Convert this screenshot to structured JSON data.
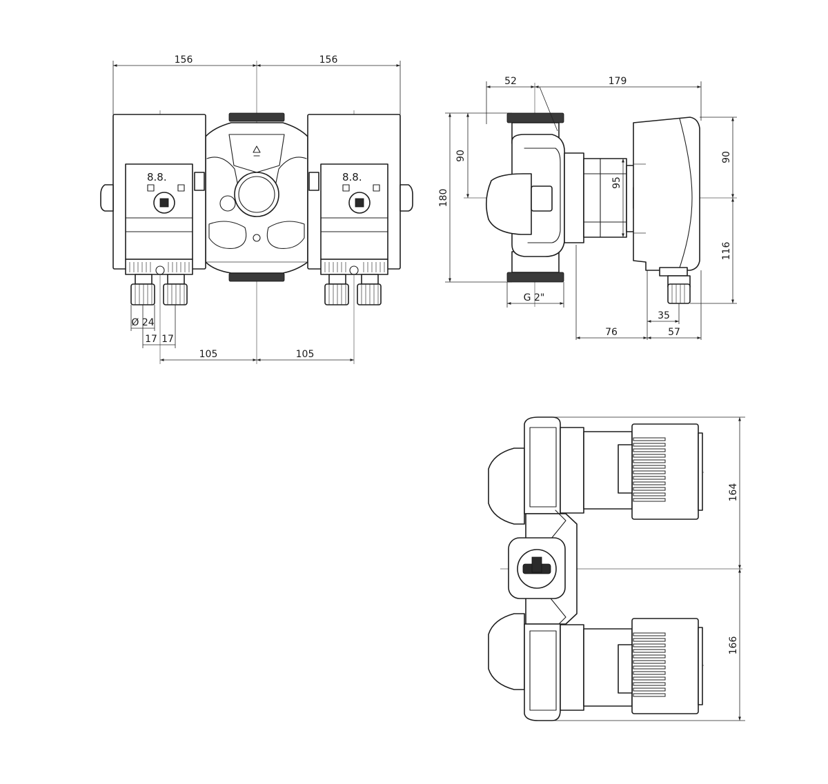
{
  "dimensions": {
    "front": {
      "width_left": "156",
      "width_right": "156",
      "cable_diameter": "Ø 24",
      "gland_spacing_a": "17",
      "gland_spacing_b": "17",
      "offset_left": "105",
      "offset_right": "105"
    },
    "side": {
      "top_left": "52",
      "top_right": "179",
      "height_total": "180",
      "height_upper_left": "90",
      "motor_diameter": "95",
      "height_upper_right": "90",
      "height_lower_right": "116",
      "connection": "G 2\"",
      "gland_offset": "35",
      "bottom_left": "76",
      "bottom_right": "57"
    },
    "top": {
      "upper_half": "164",
      "lower_half": "166"
    }
  },
  "display": {
    "left_readout": "8.8.",
    "right_readout": "8.8."
  }
}
